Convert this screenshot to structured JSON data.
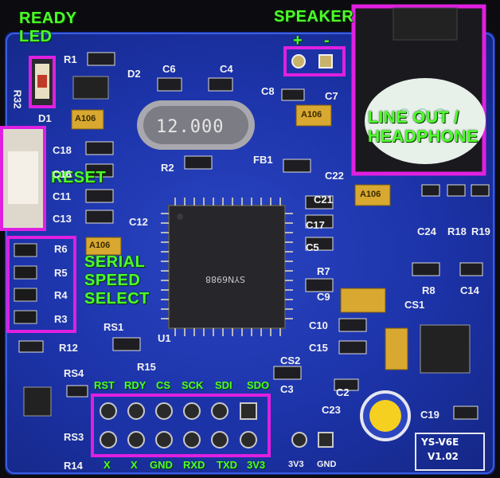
{
  "labels": {
    "ready_led": "READY\nLED",
    "speaker": "SPEAKER",
    "speaker_plus": "+",
    "speaker_minus": "-",
    "line_out": "LINE OUT /\nHEADPHONE",
    "reset": "RESET",
    "serial_speed": "SERIAL\nSPEED\nSELECT"
  },
  "header_top": [
    "RST",
    "RDY",
    "CS",
    "SCK",
    "SDI",
    "SDO"
  ],
  "header_bottom": [
    "X",
    "X",
    "GND",
    "RXD",
    "TXD",
    "3V3"
  ],
  "power_pins": [
    "3V3",
    "GND"
  ],
  "silkscreen": {
    "r1": "R1",
    "d2": "D2",
    "c6": "C6",
    "c4": "C4",
    "c8": "C8",
    "c7": "C7",
    "r32": "R32",
    "d1": "D1",
    "c18": "C18",
    "c16": "C16",
    "r2": "R2",
    "fb1": "FB1",
    "c22": "C22",
    "c11": "C11",
    "c13": "C13",
    "c12": "C12",
    "c21": "C21",
    "c17": "C17",
    "c5": "C5",
    "r7": "R7",
    "r6": "R6",
    "r5": "R5",
    "r4": "R4",
    "r3": "R3",
    "rs1": "RS1",
    "u1": "U1",
    "c24": "C24",
    "r18": "R18",
    "r19": "R19",
    "r8": "R8",
    "c14": "C14",
    "c9": "C9",
    "cs1": "CS1",
    "c10": "C10",
    "c15": "C15",
    "r12": "R12",
    "r15": "R15",
    "rs4": "RS4",
    "cs2": "CS2",
    "c3": "C3",
    "c2": "C2",
    "c23": "C23",
    "c19": "C19",
    "rs3": "RS3",
    "r14": "R14"
  },
  "components": {
    "crystal": "12.000",
    "chip": "SYN6988",
    "tant_cap": "A106",
    "board_name": "YS-V6E",
    "board_ver": "V1.02"
  },
  "colors": {
    "pcb": "#1c33a8",
    "highlight": "#e020e0",
    "label": "#4dff2a",
    "silkscreen": "#f2f2f2"
  }
}
